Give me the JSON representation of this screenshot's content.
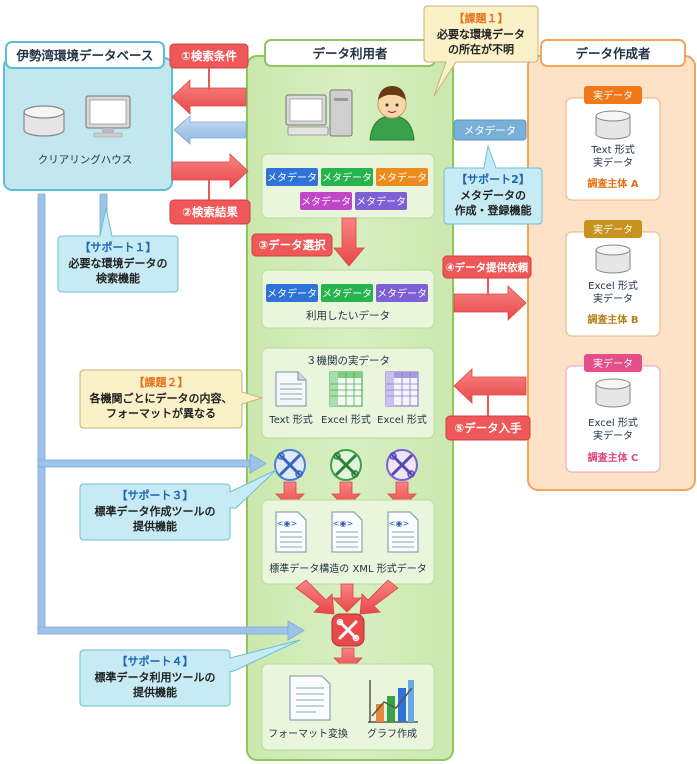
{
  "panels": {
    "database": {
      "title": "伊勢湾環境データベース",
      "label": "クリアリングハウス"
    },
    "user": {
      "title": "データ利用者"
    },
    "creator": {
      "title": "データ作成者"
    }
  },
  "issues": {
    "issue1": {
      "tag": "【課題１】",
      "lines": [
        "必要な環境データ",
        "の所在が不明"
      ]
    },
    "issue2": {
      "tag": "【課題２】",
      "lines": [
        "各機関ごとにデータの内容、",
        "フォーマットが異なる"
      ]
    }
  },
  "supports": {
    "support1": {
      "tag": "【サポート１】",
      "lines": [
        "必要な環境データの",
        "検索機能"
      ]
    },
    "support2": {
      "tag": "【サポート2】",
      "lines": [
        "メタデータの",
        "作成・登録機能"
      ]
    },
    "support3": {
      "tag": "【サポート３】",
      "lines": [
        "標準データ作成ツールの",
        "提供機能"
      ]
    },
    "support4": {
      "tag": "【サポート４】",
      "lines": [
        "標準データ利用ツールの",
        "提供機能"
      ]
    }
  },
  "steps": {
    "step1": "①検索条件",
    "step2": "②検索結果",
    "step3": "③データ選択",
    "step4": "④データ提供依頼",
    "step5": "⑤データ入手"
  },
  "metadata": {
    "label": "メタデータ",
    "results_row1_colors": [
      "#2f72d8",
      "#27b34d",
      "#ee8b1f"
    ],
    "results_row2_colors": [
      "#c048c8",
      "#7d5fd6"
    ],
    "selected_colors": [
      "#2f72d8",
      "#27b34d",
      "#7d5fd6"
    ],
    "selected_caption": "利用したいデータ",
    "standalone_color": "#7ab0d8"
  },
  "real_data": {
    "section_title": "３機関の実データ",
    "formats": [
      "Text 形式",
      "Excel 形式",
      "Excel 形式"
    ],
    "xml_caption": "標準データ構造の XML 形式データ"
  },
  "sources": [
    {
      "badge": "実データ",
      "lines": [
        "Text 形式",
        "実データ"
      ],
      "org": "調査主体 A",
      "badge_color": "#f07818",
      "org_color": "#e67212"
    },
    {
      "badge": "実データ",
      "lines": [
        "Excel 形式",
        "実データ"
      ],
      "org": "調査主体 B",
      "badge_color": "#c8921e",
      "org_color": "#b78115"
    },
    {
      "badge": "実データ",
      "lines": [
        "Excel 形式",
        "実データ"
      ],
      "org": "調査主体 C",
      "badge_color": "#e44f8a",
      "org_color": "#e0467f"
    }
  ],
  "outputs": {
    "format_convert": "フォーマット変換",
    "graph": "グラフ作成"
  },
  "colors": {
    "db_panel": "#bfe6ee",
    "db_border": "#5cc0d2",
    "user_panel": "#cfeab2",
    "user_border": "#8cc85c",
    "creator_panel": "#fde0c4",
    "creator_border": "#f2a55a",
    "red_arrow": "#ef5858",
    "blue_arrow": "#9ec3e8",
    "issue_box": "#fbf2cd",
    "support_box": "#c8ecf4"
  }
}
